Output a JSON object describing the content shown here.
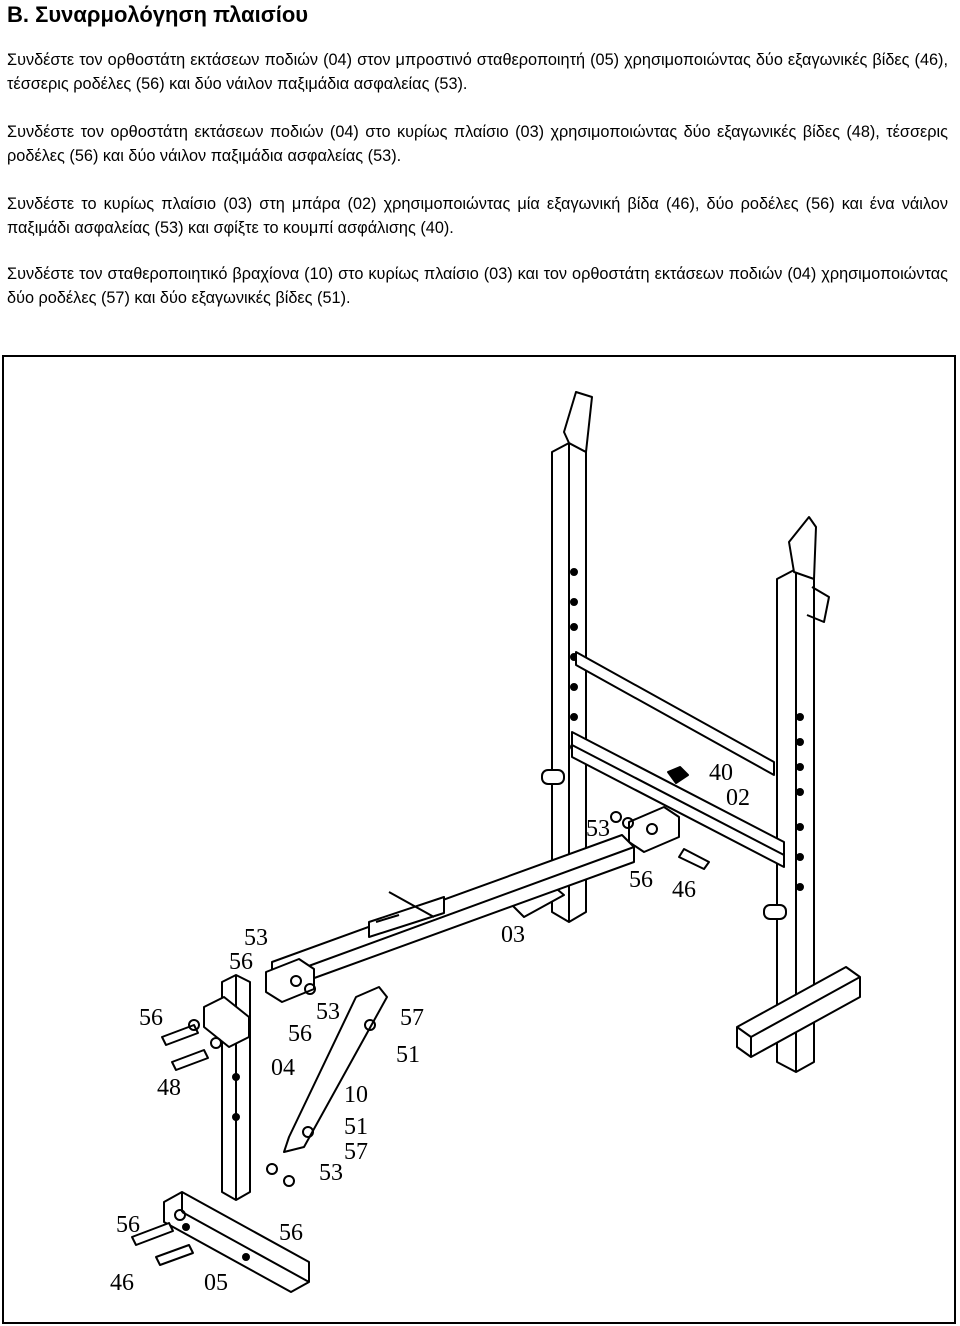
{
  "section_title": "B. Συναρμολόγηση πλαισίου",
  "paragraphs": [
    "Συνδέστε τον ορθοστάτη εκτάσεων ποδιών (04) στον μπροστινό σταθεροποιητή (05) χρησιμοποιώντας δύο εξαγωνικές βίδες (46), τέσσερις ροδέλες (56) και δύο νάιλον παξιμάδια ασφαλείας (53).",
    "Συνδέστε τον ορθοστάτη εκτάσεων ποδιών (04) στο κυρίως πλαίσιο (03) χρησιμοποιώντας δύο εξαγωνικές βίδες (48), τέσσερις ροδέλες (56) και δύο νάιλον παξιμάδια ασφαλείας (53).",
    "Συνδέστε το κυρίως πλαίσιο (03) στη μπάρα (02) χρησιμοποιώντας μία εξαγωνική βίδα (46), δύο ροδέλες (56) και ένα νάιλον παξιμάδι ασφαλείας (53) και σφίξτε το κουμπί ασφάλισης (40).",
    "Συνδέστε τον σταθεροποιητικό βραχίονα (10) στο κυρίως πλαίσιο (03) και τον ορθοστάτη εκτάσεων ποδιών (04) χρησιμοποιώντας δύο ροδέλες (57) και δύο εξαγωνικές βίδες (51)."
  ],
  "diagram": {
    "part_labels": [
      "40",
      "02",
      "53",
      "56",
      "46",
      "03",
      "53",
      "56",
      "53",
      "56",
      "57",
      "56",
      "51",
      "48",
      "04",
      "10",
      "51",
      "57",
      "53",
      "56",
      "56",
      "46",
      "05"
    ]
  }
}
